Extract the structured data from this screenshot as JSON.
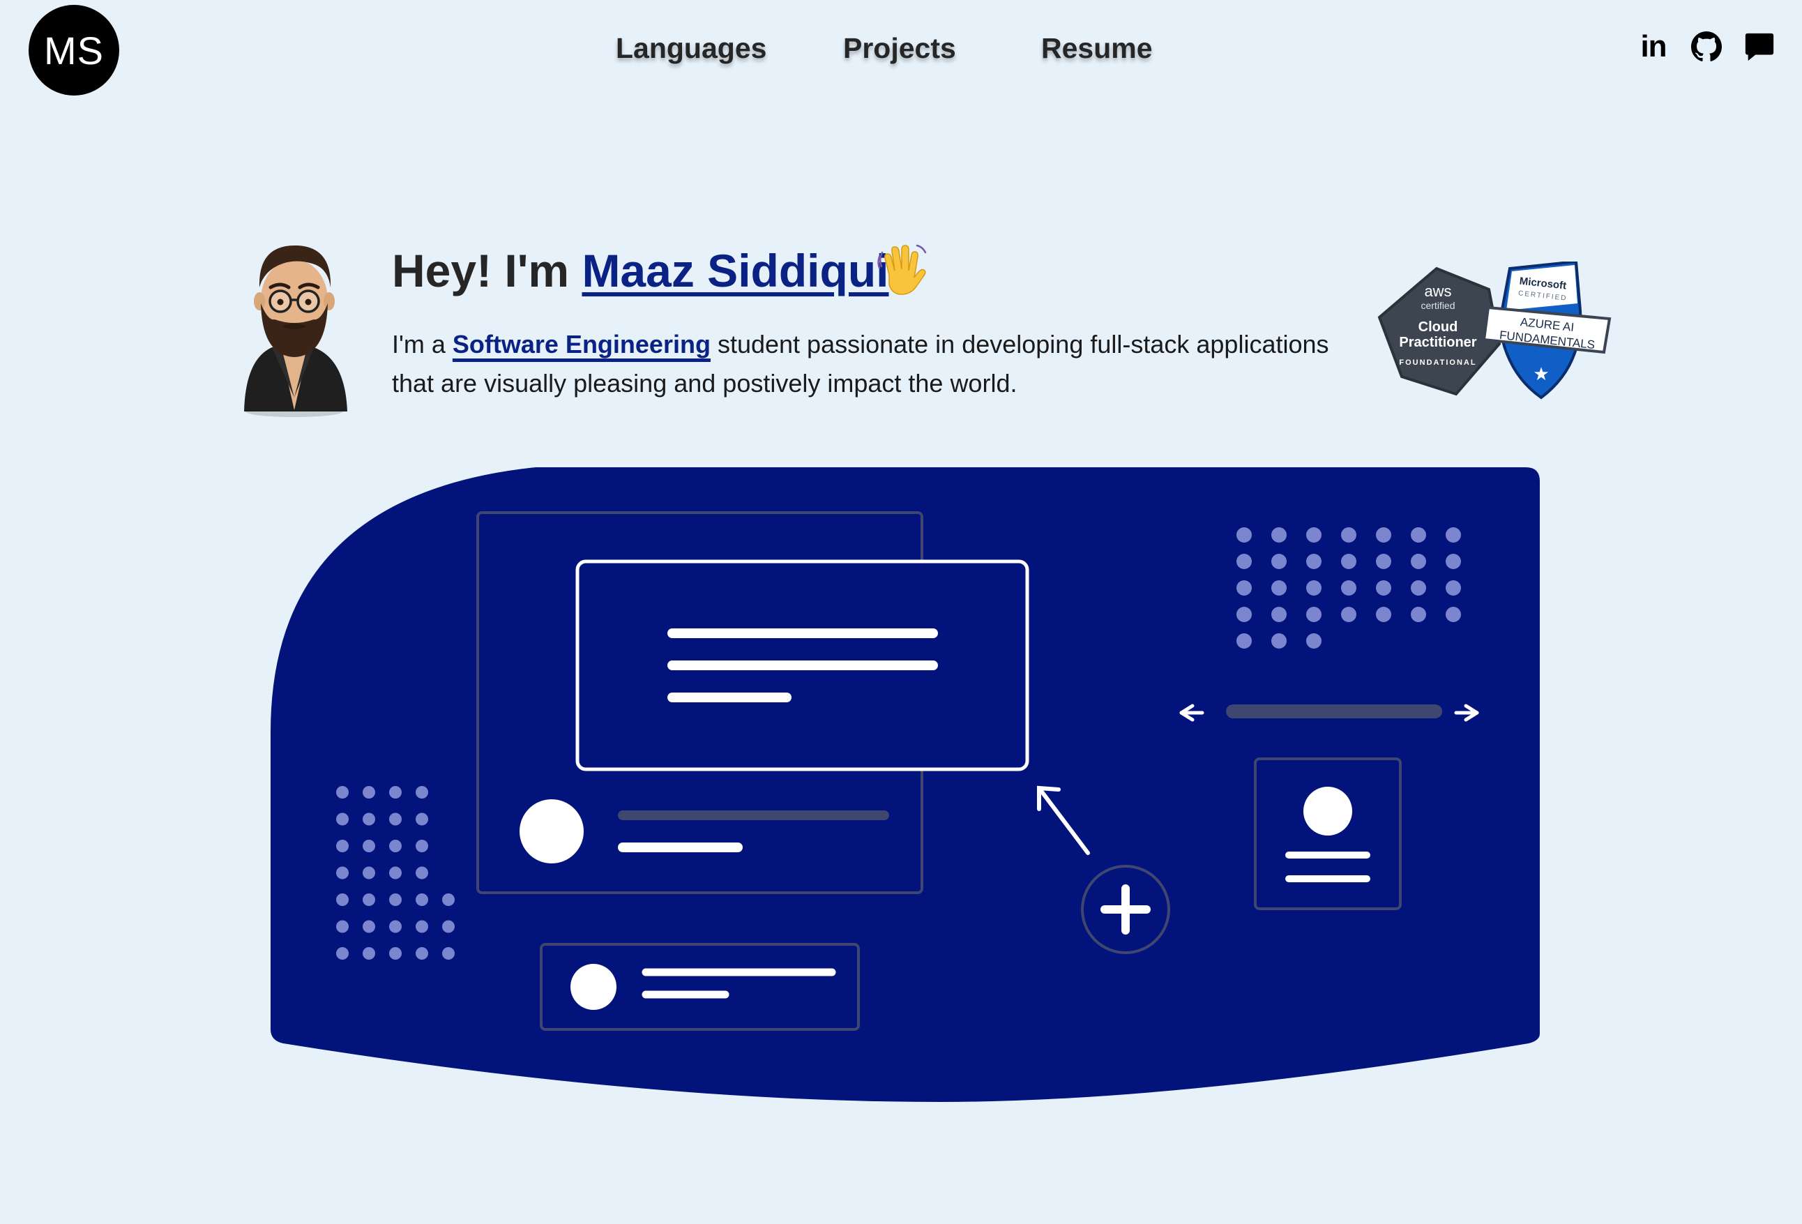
{
  "header": {
    "logo_text": "MS",
    "nav": [
      {
        "label": "Languages"
      },
      {
        "label": "Projects"
      },
      {
        "label": "Resume"
      }
    ],
    "socials": [
      {
        "icon": "linkedin-icon",
        "label": "in"
      },
      {
        "icon": "github-icon"
      },
      {
        "icon": "chat-icon"
      }
    ]
  },
  "hero": {
    "greeting": "Hey! I'm ",
    "name": "Maaz Siddiqui",
    "wave_icon": "waving-hand-icon",
    "desc_prefix": "I'm a ",
    "desc_highlight": "Software Engineering",
    "desc_rest": " student passionate in developing full-stack applications that are visually pleasing and postively impact the world."
  },
  "badges": {
    "aws": {
      "brand": "aws",
      "sub": "certified",
      "line1": "Cloud",
      "line2": "Practitioner",
      "level": "FOUNDATIONAL"
    },
    "azure": {
      "brand": "Microsoft",
      "sub": "CERTIFIED",
      "line1": "AZURE AI",
      "line2": "FUNDAMENTALS"
    }
  },
  "colors": {
    "background": "#e6f1fa",
    "accent": "#0a2283",
    "illustration_bg": "#02137b",
    "dot": "#7b86cf"
  }
}
